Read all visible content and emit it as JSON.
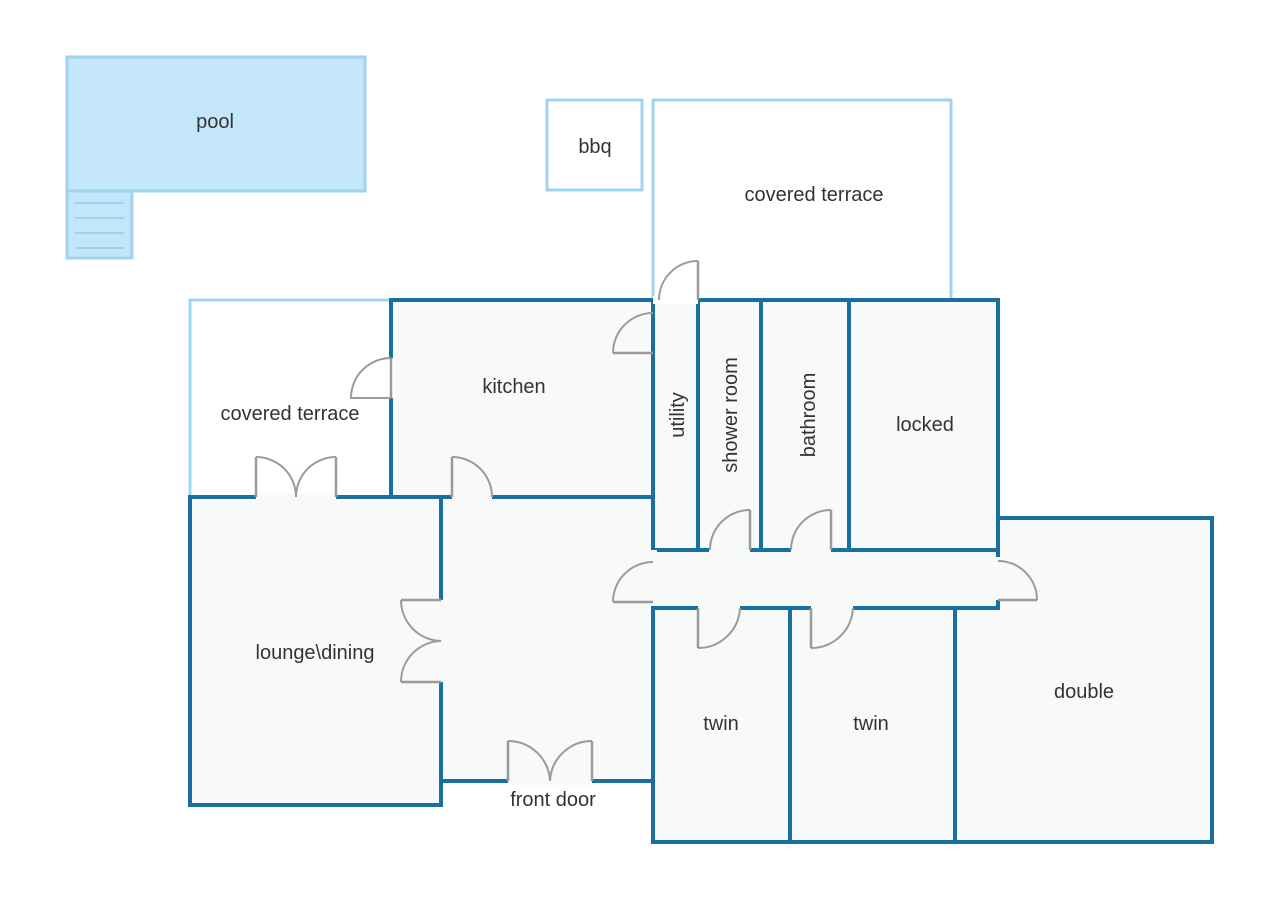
{
  "rooms": {
    "pool": "pool",
    "bbq": "bbq",
    "covered_terrace_rear": "covered terrace",
    "covered_terrace_side": "covered terrace",
    "kitchen": "kitchen",
    "utility": "utility",
    "shower_room": "shower room",
    "bathroom": "bathroom",
    "locked": "locked",
    "lounge_dining": "lounge\\dining",
    "front_door": "front door",
    "twin_1": "twin",
    "twin_2": "twin",
    "double": "double"
  },
  "colors": {
    "wall": "#1a6fa1",
    "outdoor_outline": "#9fd3f0",
    "pool_water": "#c3e6fa",
    "room_floor": "#f8f9f9",
    "door": "#9a9a9a",
    "label": "#333333"
  }
}
